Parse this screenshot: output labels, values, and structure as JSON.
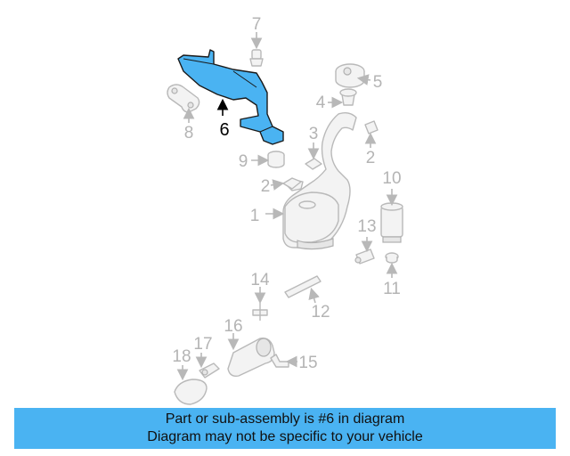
{
  "callouts": [
    "1",
    "2",
    "2",
    "3",
    "4",
    "5",
    "6",
    "7",
    "8",
    "9",
    "10",
    "11",
    "12",
    "13",
    "14",
    "15",
    "16",
    "17",
    "18"
  ],
  "highlight_part": "6",
  "colors": {
    "highlight": "#4ab3f2",
    "banner": "#4ab3f2",
    "callout": "#b4b4b4",
    "part_outline": "#b9b9b9"
  },
  "footer": {
    "line1": "Part or sub-assembly is #6 in diagram",
    "line2": "Diagram may not be specific to your vehicle"
  }
}
